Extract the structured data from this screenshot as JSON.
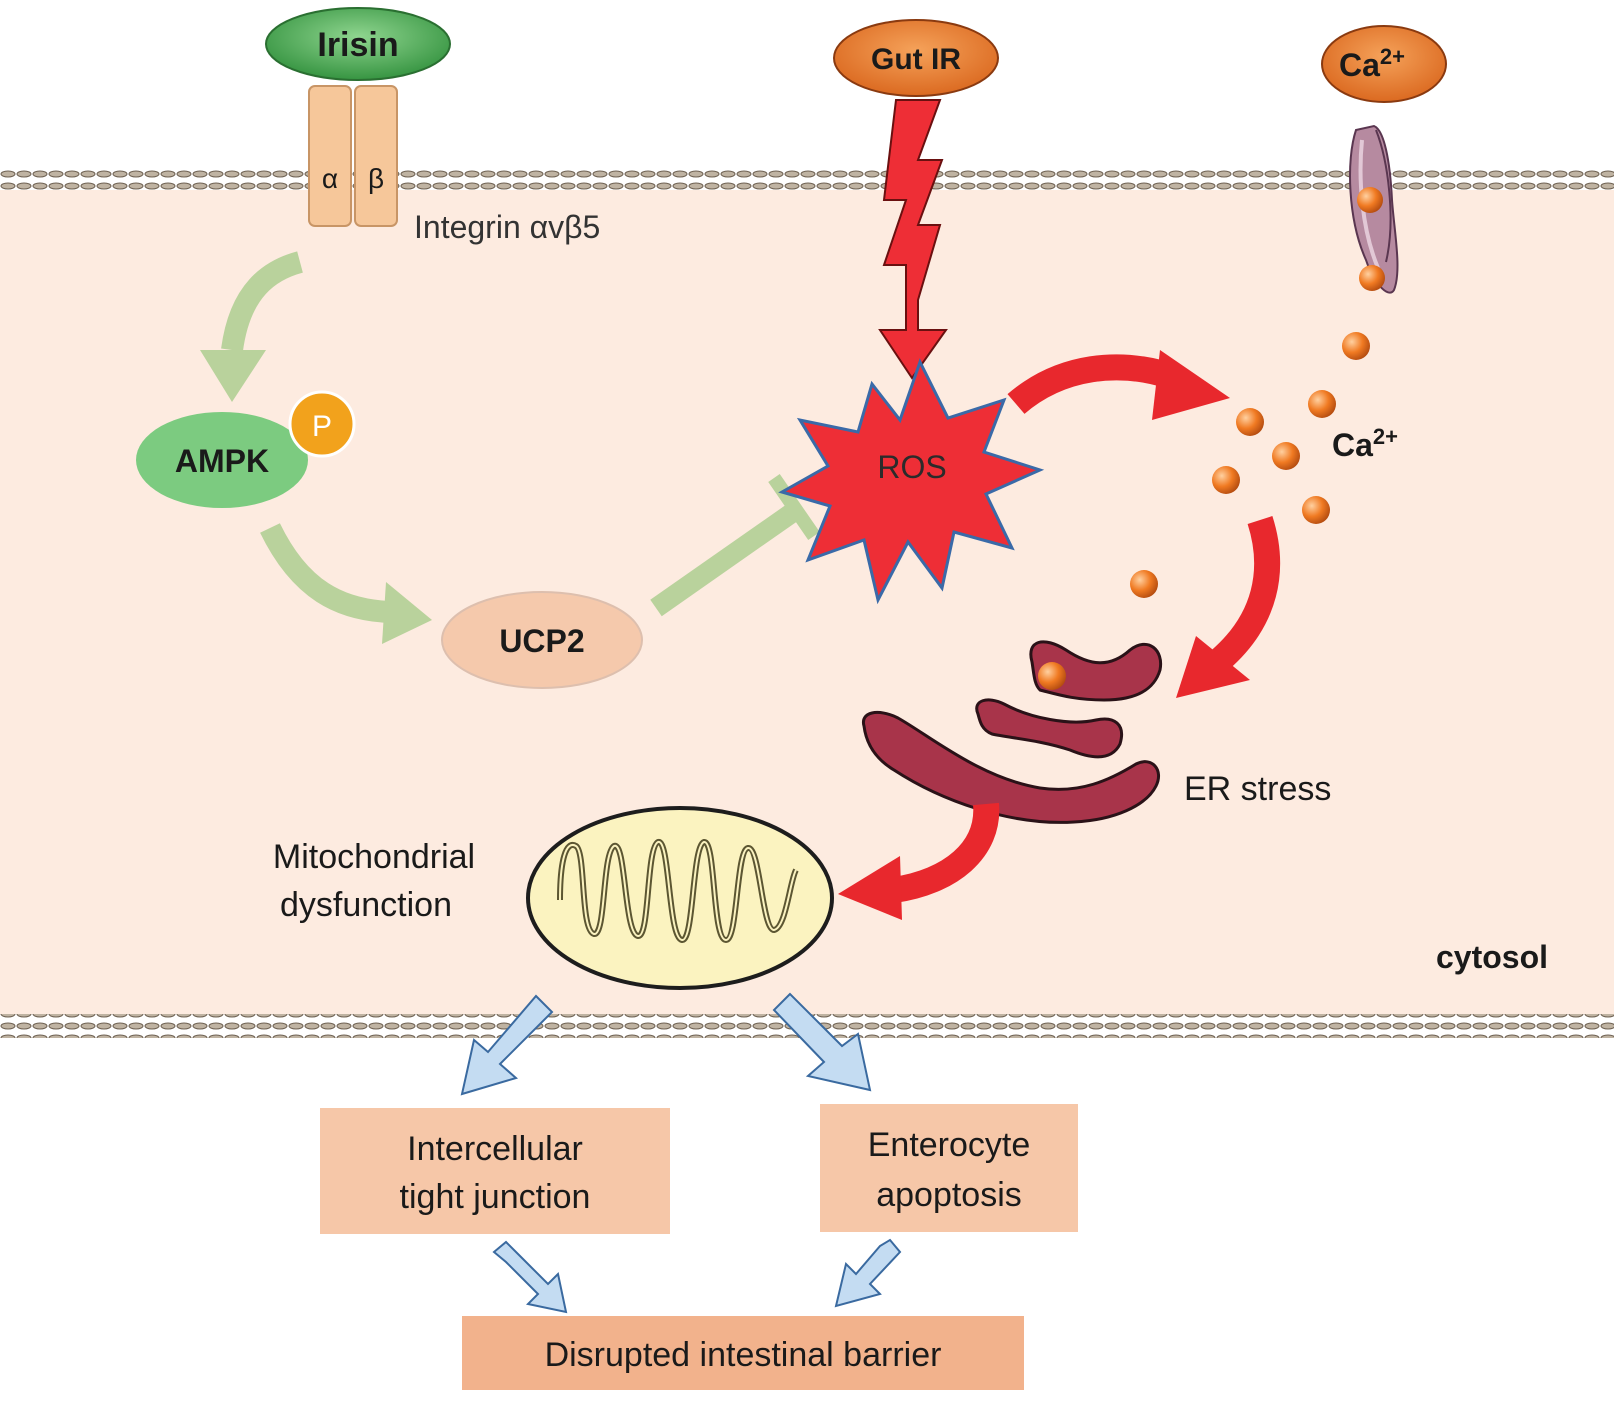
{
  "ligands": {
    "irisin": "Irisin",
    "gut_ir": "Gut IR",
    "ca_outside": {
      "base": "Ca",
      "sup": "2+"
    }
  },
  "receptor": {
    "alpha": "α",
    "beta": "β",
    "label": "Integrin αvβ5"
  },
  "nodes": {
    "ampk": "AMPK",
    "phospho": "P",
    "ucp2": "UCP2",
    "ros": "ROS",
    "ca_inside": {
      "base": "Ca",
      "sup": "2+"
    },
    "er_stress": "ER stress",
    "mito_line1": "Mitochondrial",
    "mito_line2": "dysfunction",
    "cytosol": "cytosol"
  },
  "outcomes": {
    "tight_junction_line1": "Intercellular",
    "tight_junction_line2": "tight junction",
    "apoptosis_line1": "Enterocyte",
    "apoptosis_line2": "apoptosis",
    "barrier": "Disrupted intestinal barrier"
  },
  "colors": {
    "cytosol_fill": "#fdebe0",
    "membrane": "#7a6a58",
    "irisin_fill": "#3fa84a",
    "gut_ir_fill": "#e2782e",
    "integrin_fill": "#f6c79a",
    "ampk_fill": "#7ccb80",
    "phospho_fill": "#f2a21c",
    "ucp2_fill": "#f5c9ac",
    "ros_fill": "#ee2e36",
    "ros_stroke": "#3a6aa8",
    "green_arrow": "#b9d29c",
    "red_arrow": "#e8282d",
    "er_fill": "#a8344a",
    "mito_fill": "#fbf3c0",
    "ca_ball": "#f07a22",
    "channel_fill": "#b68aa0",
    "blue_arrow": "#c4dcf2",
    "outcome_fill": "#f6c7a8",
    "barrier_fill": "#f2b28c"
  }
}
